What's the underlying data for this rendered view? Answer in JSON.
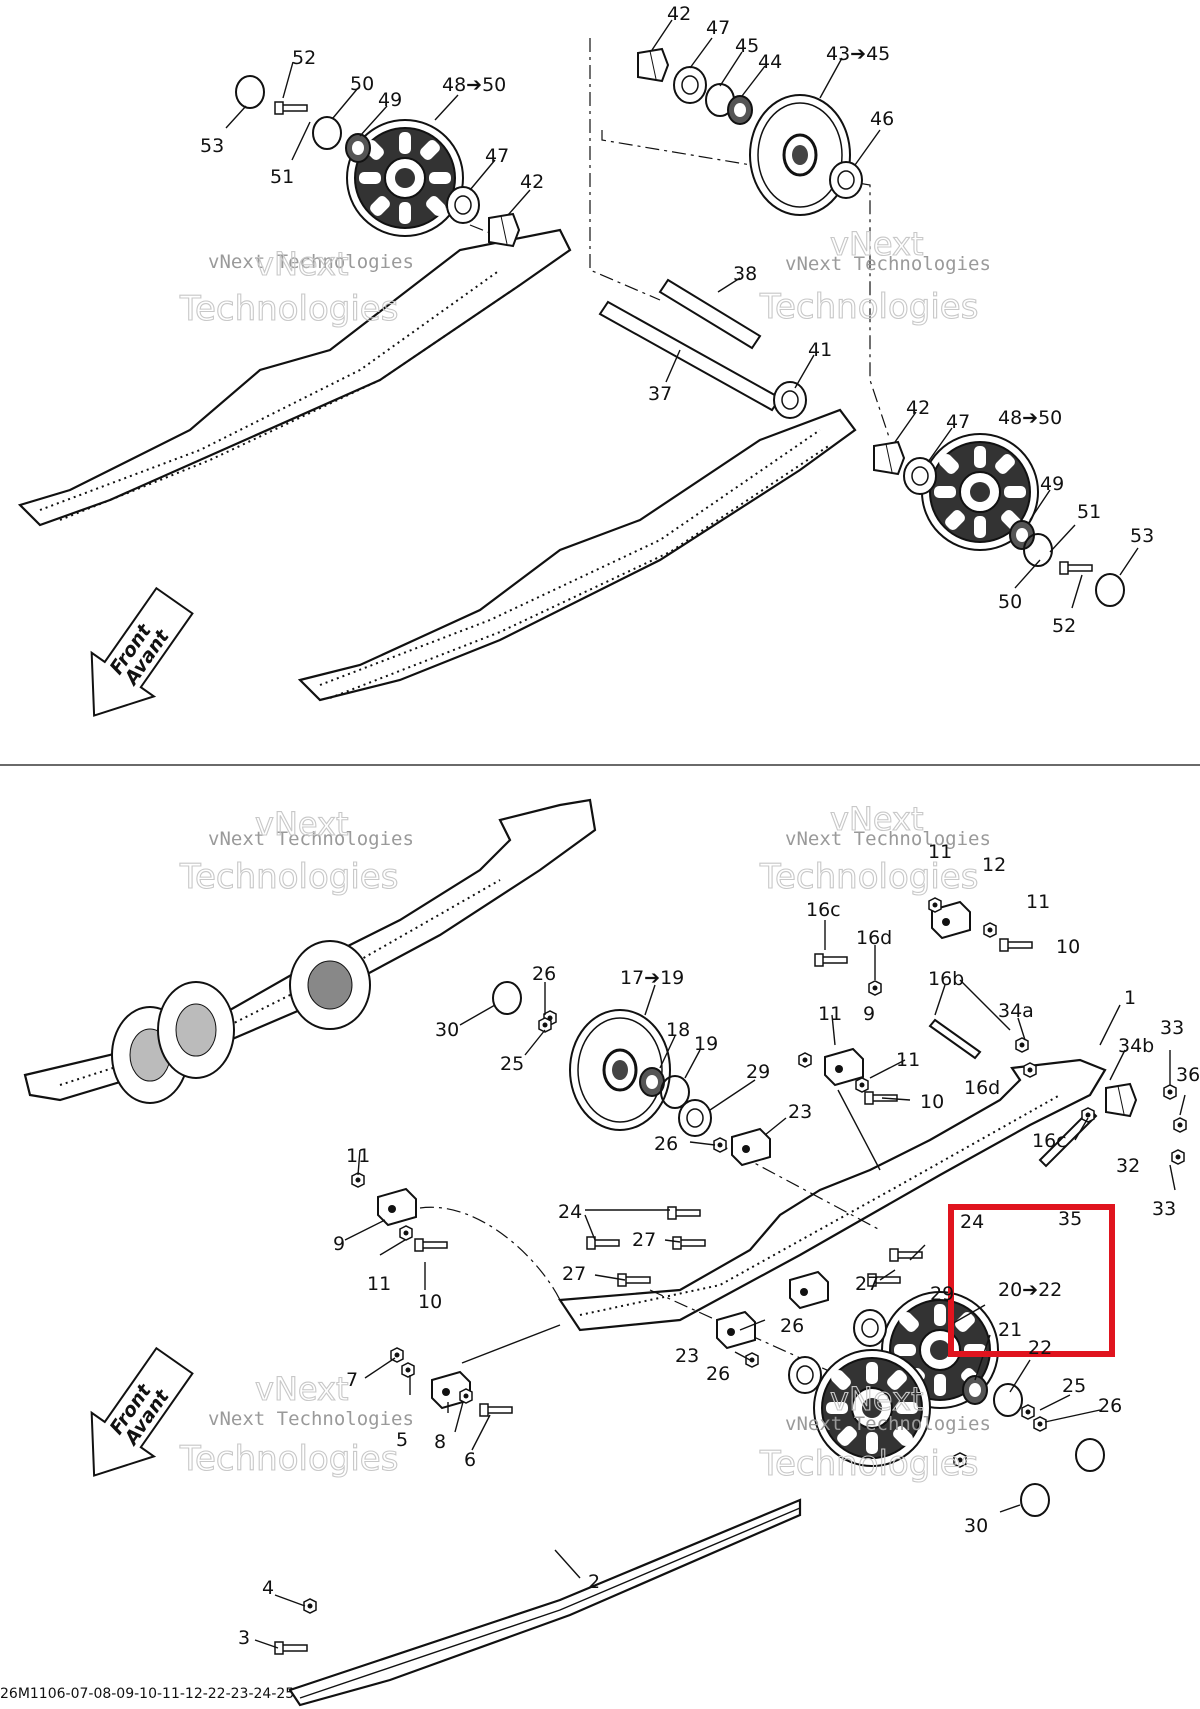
{
  "watermark": {
    "line1": "vNext",
    "line2": "Technologies",
    "small": "vNext Technologies"
  },
  "front_arrow": {
    "line1": "Front",
    "line2": "Avant"
  },
  "caption": "26M1106-07-08-09-10-11-12-22-23-24-25",
  "highlight_color": "#e0141e",
  "top_labels": [
    {
      "id": "t42a",
      "text": "42"
    },
    {
      "id": "t47a",
      "text": "47"
    },
    {
      "id": "t45",
      "text": "45"
    },
    {
      "id": "t44",
      "text": "44"
    },
    {
      "id": "t43_45",
      "text": "43➔45"
    },
    {
      "id": "t52a",
      "text": "52"
    },
    {
      "id": "t50a",
      "text": "50"
    },
    {
      "id": "t49a",
      "text": "49"
    },
    {
      "id": "t48_50a",
      "text": "48➔50"
    },
    {
      "id": "t53a",
      "text": "53"
    },
    {
      "id": "t51a",
      "text": "51"
    },
    {
      "id": "t47b",
      "text": "47"
    },
    {
      "id": "t42b",
      "text": "42"
    },
    {
      "id": "t46",
      "text": "46"
    },
    {
      "id": "t38",
      "text": "38"
    },
    {
      "id": "t37",
      "text": "37"
    },
    {
      "id": "t41",
      "text": "41"
    },
    {
      "id": "t42c",
      "text": "42"
    },
    {
      "id": "t47c",
      "text": "47"
    },
    {
      "id": "t48_50b",
      "text": "48➔50"
    },
    {
      "id": "t49b",
      "text": "49"
    },
    {
      "id": "t51b",
      "text": "51"
    },
    {
      "id": "t53b",
      "text": "53"
    },
    {
      "id": "t50b",
      "text": "50"
    },
    {
      "id": "t52b",
      "text": "52"
    }
  ],
  "bottom_labels": [
    {
      "id": "b11a",
      "text": "11"
    },
    {
      "id": "b12",
      "text": "12"
    },
    {
      "id": "b11b",
      "text": "11"
    },
    {
      "id": "b10a",
      "text": "10"
    },
    {
      "id": "b16c_a",
      "text": "16c"
    },
    {
      "id": "b16d_a",
      "text": "16d"
    },
    {
      "id": "b16b",
      "text": "16b"
    },
    {
      "id": "b1",
      "text": "1"
    },
    {
      "id": "b34a",
      "text": "34a"
    },
    {
      "id": "b34b",
      "text": "34b"
    },
    {
      "id": "b33a",
      "text": "33"
    },
    {
      "id": "b36",
      "text": "36"
    },
    {
      "id": "b26a",
      "text": "26"
    },
    {
      "id": "b17_19",
      "text": "17➔19"
    },
    {
      "id": "b30a",
      "text": "30"
    },
    {
      "id": "b25a",
      "text": "25"
    },
    {
      "id": "b18",
      "text": "18"
    },
    {
      "id": "b19",
      "text": "19"
    },
    {
      "id": "b11c",
      "text": "11"
    },
    {
      "id": "b9a",
      "text": "9"
    },
    {
      "id": "b11d",
      "text": "11"
    },
    {
      "id": "b10b",
      "text": "10"
    },
    {
      "id": "b29a",
      "text": "29"
    },
    {
      "id": "b16d_b",
      "text": "16d"
    },
    {
      "id": "b23a",
      "text": "23"
    },
    {
      "id": "b16c_b",
      "text": "16c"
    },
    {
      "id": "b32",
      "text": "32"
    },
    {
      "id": "b26b",
      "text": "26"
    },
    {
      "id": "b11e",
      "text": "11"
    },
    {
      "id": "b33b",
      "text": "33"
    },
    {
      "id": "b24a",
      "text": "24"
    },
    {
      "id": "b35",
      "text": "35"
    },
    {
      "id": "b24b",
      "text": "24"
    },
    {
      "id": "b9b",
      "text": "9"
    },
    {
      "id": "b27a",
      "text": "27"
    },
    {
      "id": "b11f",
      "text": "11"
    },
    {
      "id": "b10c",
      "text": "10"
    },
    {
      "id": "b27b",
      "text": "27"
    },
    {
      "id": "b27c",
      "text": "27"
    },
    {
      "id": "b20_22",
      "text": "20➔22"
    },
    {
      "id": "b29b",
      "text": "29"
    },
    {
      "id": "b26c",
      "text": "26"
    },
    {
      "id": "b21",
      "text": "21"
    },
    {
      "id": "b23b",
      "text": "23"
    },
    {
      "id": "b26d",
      "text": "26"
    },
    {
      "id": "b22",
      "text": "22"
    },
    {
      "id": "b7",
      "text": "7"
    },
    {
      "id": "b25b",
      "text": "25"
    },
    {
      "id": "b26e",
      "text": "26"
    },
    {
      "id": "b5",
      "text": "5"
    },
    {
      "id": "b8",
      "text": "8"
    },
    {
      "id": "b6",
      "text": "6"
    },
    {
      "id": "b30b",
      "text": "30"
    },
    {
      "id": "b2",
      "text": "2"
    },
    {
      "id": "b4",
      "text": "4"
    },
    {
      "id": "b3",
      "text": "3"
    }
  ]
}
